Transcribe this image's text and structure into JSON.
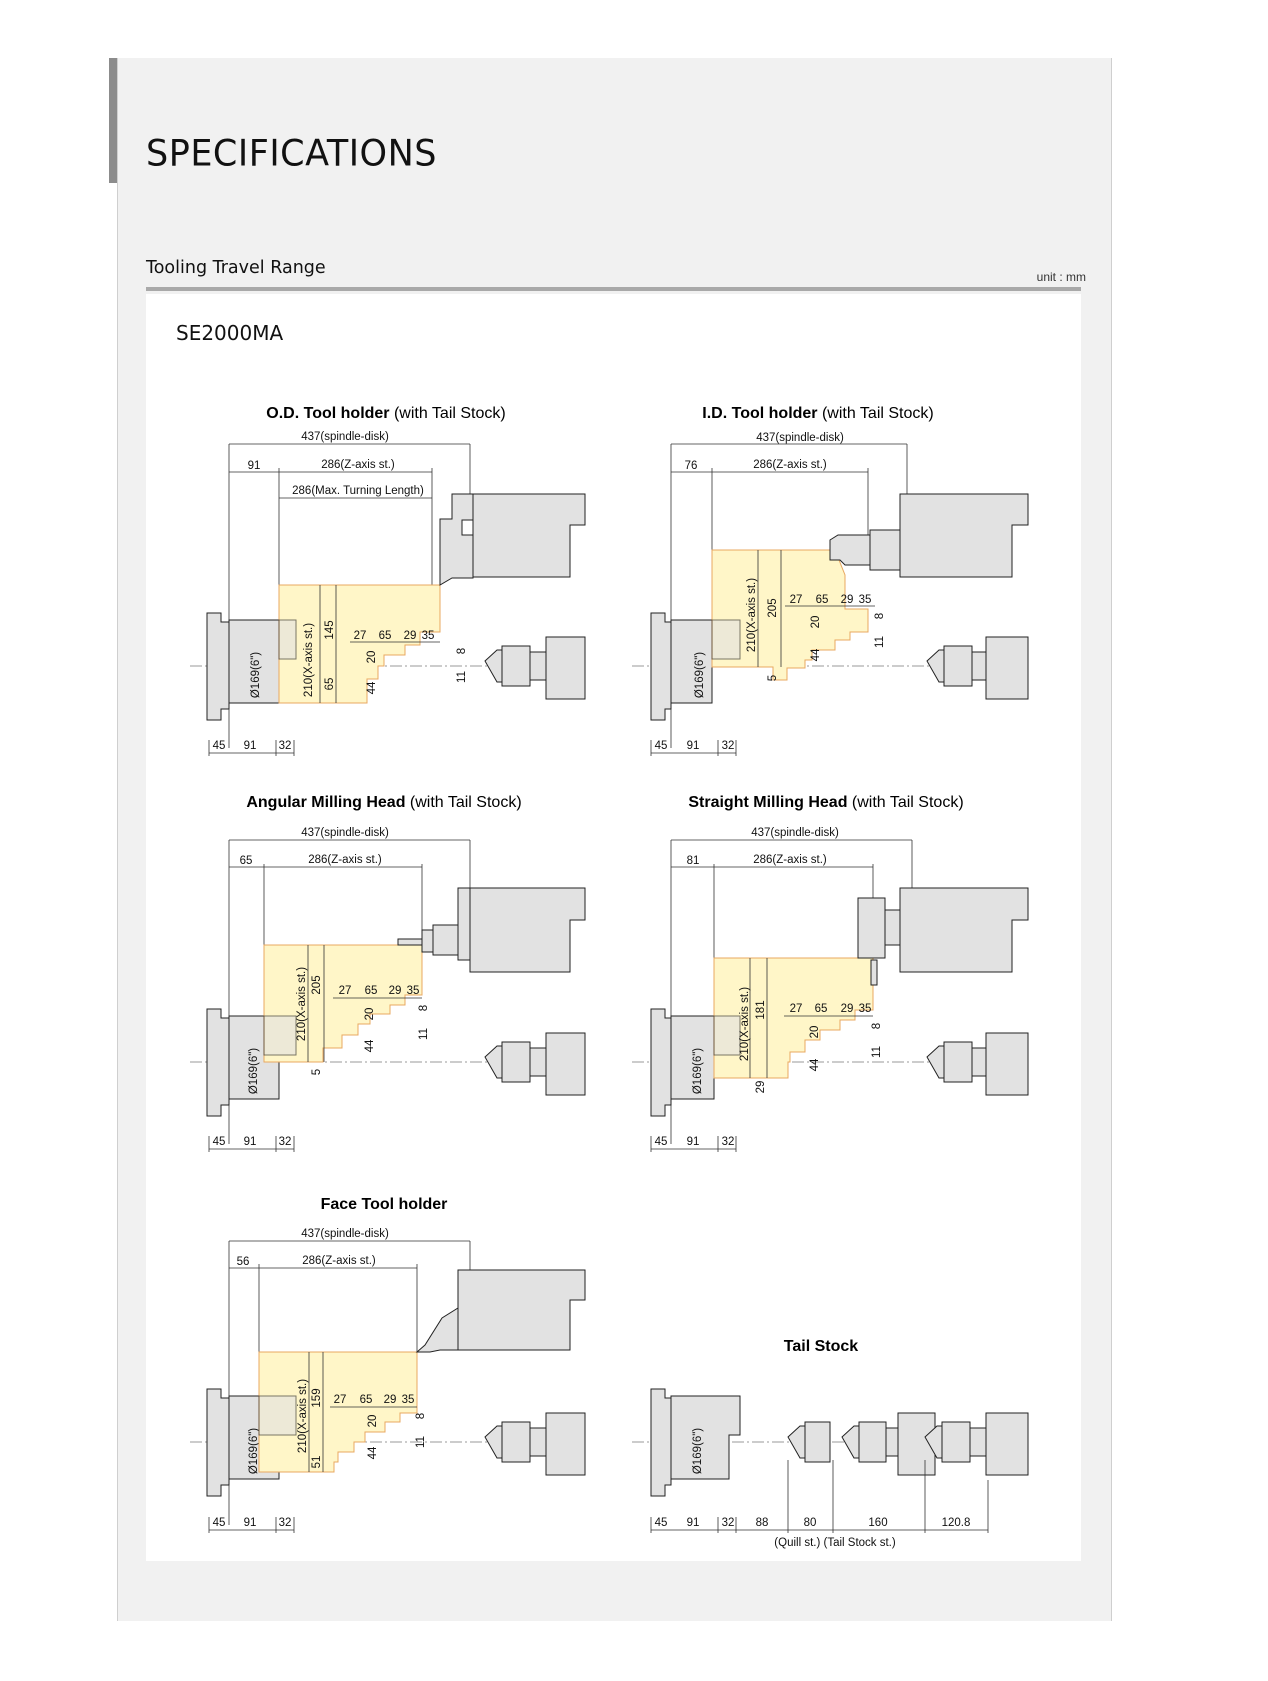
{
  "page": {
    "title": "SPECIFICATIONS",
    "section_title": "Tooling Travel Range",
    "unit_label": "unit : mm",
    "model": "SE2000MA"
  },
  "diagrams": [
    {
      "id": "od",
      "title_bold": "O.D. Tool holder",
      "title_rest": " (with Tail Stock)",
      "dims": {
        "spindle_disk": "437(spindle-disk)",
        "z_axis": "286(Z-axis st.)",
        "max_turning": "286(Max. Turning Length)",
        "left_offset": "91",
        "x_axis": "210(X-axis st.)",
        "v1": "145",
        "v2": "65",
        "s1": "27",
        "s2": "65",
        "s3": "29",
        "s4": "35",
        "s5": "20",
        "s6": "44",
        "s7": "8",
        "s8": "11",
        "chuck": "Ø169(6\")",
        "b1": "45",
        "b2": "91",
        "b3": "32"
      }
    },
    {
      "id": "id",
      "title_bold": "I.D. Tool holder",
      "title_rest": " (with Tail Stock)",
      "dims": {
        "spindle_disk": "437(spindle-disk)",
        "z_axis": "286(Z-axis st.)",
        "left_offset": "76",
        "x_axis": "210(X-axis st.)",
        "v1": "205",
        "v2": "5",
        "s1": "27",
        "s2": "65",
        "s3": "29",
        "s4": "35",
        "s5": "20",
        "s6": "44",
        "s7": "8",
        "s8": "11",
        "chuck": "Ø169(6\")",
        "b1": "45",
        "b2": "91",
        "b3": "32"
      }
    },
    {
      "id": "am",
      "title_bold": "Angular Milling Head",
      "title_rest": " (with Tail Stock)",
      "dims": {
        "spindle_disk": "437(spindle-disk)",
        "z_axis": "286(Z-axis st.)",
        "left_offset": "65",
        "x_axis": "210(X-axis st.)",
        "v1": "205",
        "v2": "5",
        "s1": "27",
        "s2": "65",
        "s3": "29",
        "s4": "35",
        "s5": "20",
        "s6": "44",
        "s7": "8",
        "s8": "11",
        "chuck": "Ø169(6\")",
        "b1": "45",
        "b2": "91",
        "b3": "32"
      }
    },
    {
      "id": "sm",
      "title_bold": "Straight Milling Head",
      "title_rest": " (with Tail Stock)",
      "dims": {
        "spindle_disk": "437(spindle-disk)",
        "z_axis": "286(Z-axis st.)",
        "left_offset": "81",
        "x_axis": "210(X-axis st.)",
        "v1": "181",
        "v2": "29",
        "s1": "27",
        "s2": "65",
        "s3": "29",
        "s4": "35",
        "s5": "20",
        "s6": "44",
        "s7": "8",
        "s8": "11",
        "chuck": "Ø169(6\")",
        "b1": "45",
        "b2": "91",
        "b3": "32"
      }
    },
    {
      "id": "ft",
      "title_bold": "Face Tool holder",
      "title_rest": "",
      "dims": {
        "spindle_disk": "437(spindle-disk)",
        "z_axis": "286(Z-axis st.)",
        "left_offset": "56",
        "x_axis": "210(X-axis st.)",
        "v1": "159",
        "v2": "51",
        "s1": "27",
        "s2": "65",
        "s3": "29",
        "s4": "35",
        "s5": "20",
        "s6": "44",
        "s7": "8",
        "s8": "11",
        "chuck": "Ø169(6\")",
        "b1": "45",
        "b2": "91",
        "b3": "32"
      }
    }
  ],
  "tail_stock": {
    "title": "Tail Stock",
    "dims": {
      "chuck": "Ø169(6\")",
      "b1": "45",
      "b2": "91",
      "b3": "32",
      "d1": "88",
      "d2": "80",
      "d3": "160",
      "d4": "120.8",
      "cut_label": "(Quill st.) (Tail Stock st.)"
    }
  }
}
